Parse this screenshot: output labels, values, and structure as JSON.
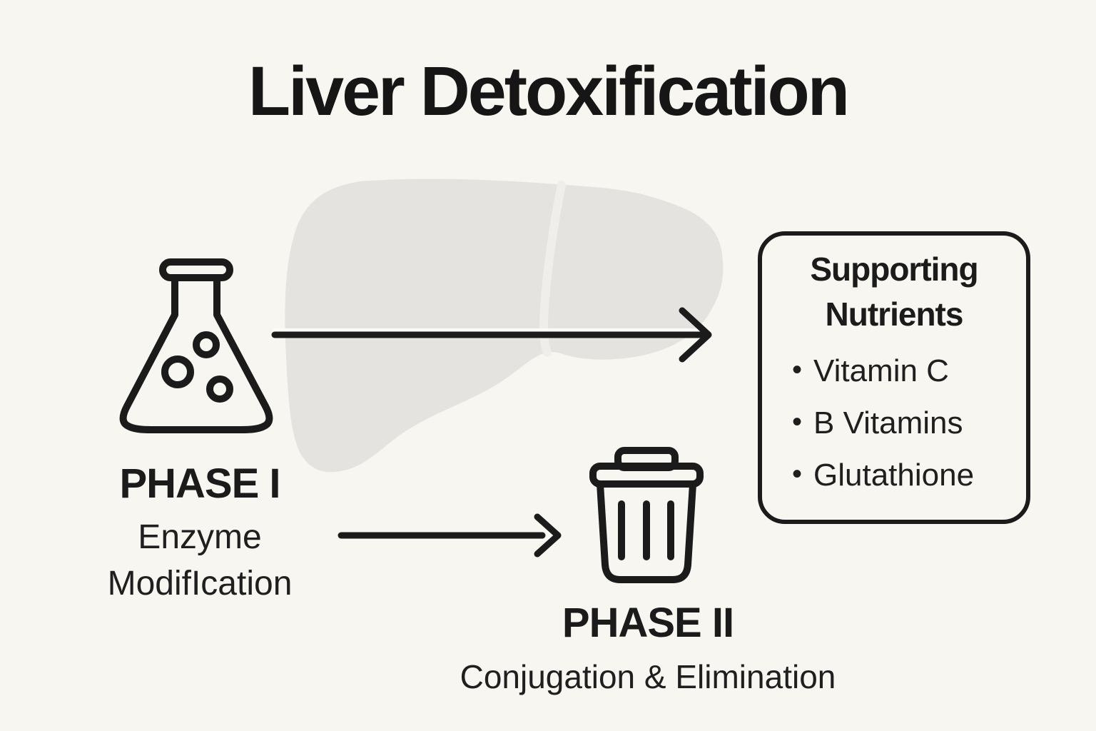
{
  "title": "Liver Detoxification",
  "phase1": {
    "label": "PHASE I",
    "sublabel": "Enzyme ModifIcation"
  },
  "phase2": {
    "label": "PHASE II",
    "sublabel": "Conjugation & Elimination"
  },
  "nutrients": {
    "title": "Supporting Nutrients",
    "bullet": "•",
    "items": [
      "Vitamin C",
      "B Vitamins",
      "Glutathione"
    ]
  },
  "icons": {
    "flask": "flask-icon",
    "trash": "trash-icon",
    "liver": "liver-silhouette",
    "arrows": "arrow-right-icon"
  },
  "colors": {
    "background": "#f8f6f1",
    "ink": "#1b1b1b",
    "liver_fill": "#e5e3df",
    "liver_stripe": "#f0eeea"
  }
}
